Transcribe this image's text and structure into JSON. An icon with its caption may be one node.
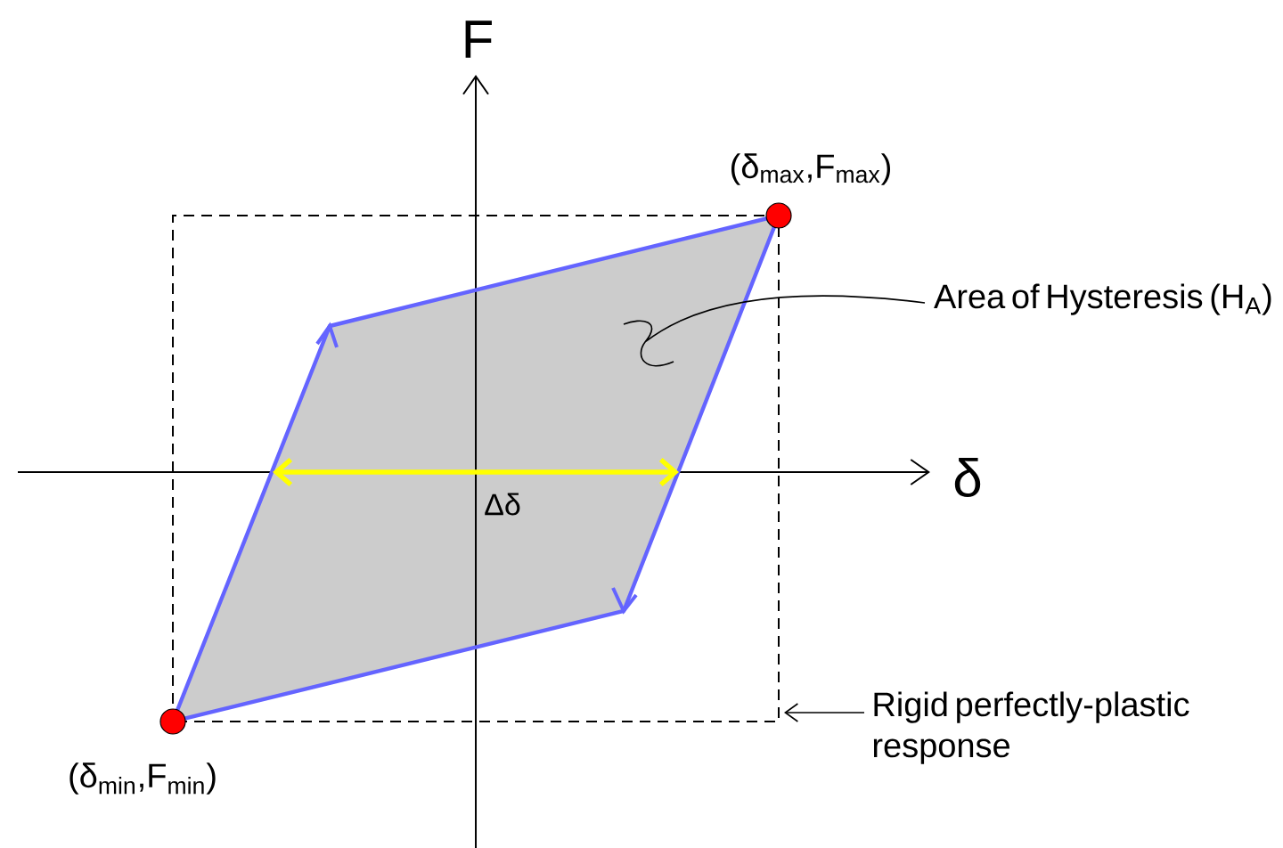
{
  "diagram": {
    "nodes": [
      {
        "text": [],
        "shape": "circle",
        "beside": [
          "(δ$_{max}$,F$_{max}$)"
        ]
      },
      {
        "text": [],
        "shape": "circle",
        "beside": [
          "(δ$_{min}$,F$_{min}$)"
        ]
      },
      {
        "text": [
          "Area of Hysteresis (H$_{A}$)"
        ]
      },
      {
        "text": [
          "Rigid perfectly-plastic response"
        ]
      }
    ],
    "edges": [
      {
        "from": 2,
        "to": null,
        "arrow": "none"
      },
      {
        "from": 3,
        "to": null,
        "arrow": "to"
      }
    ],
    "labels": [
      "F",
      "δ",
      "Δδ"
    ]
  }
}
